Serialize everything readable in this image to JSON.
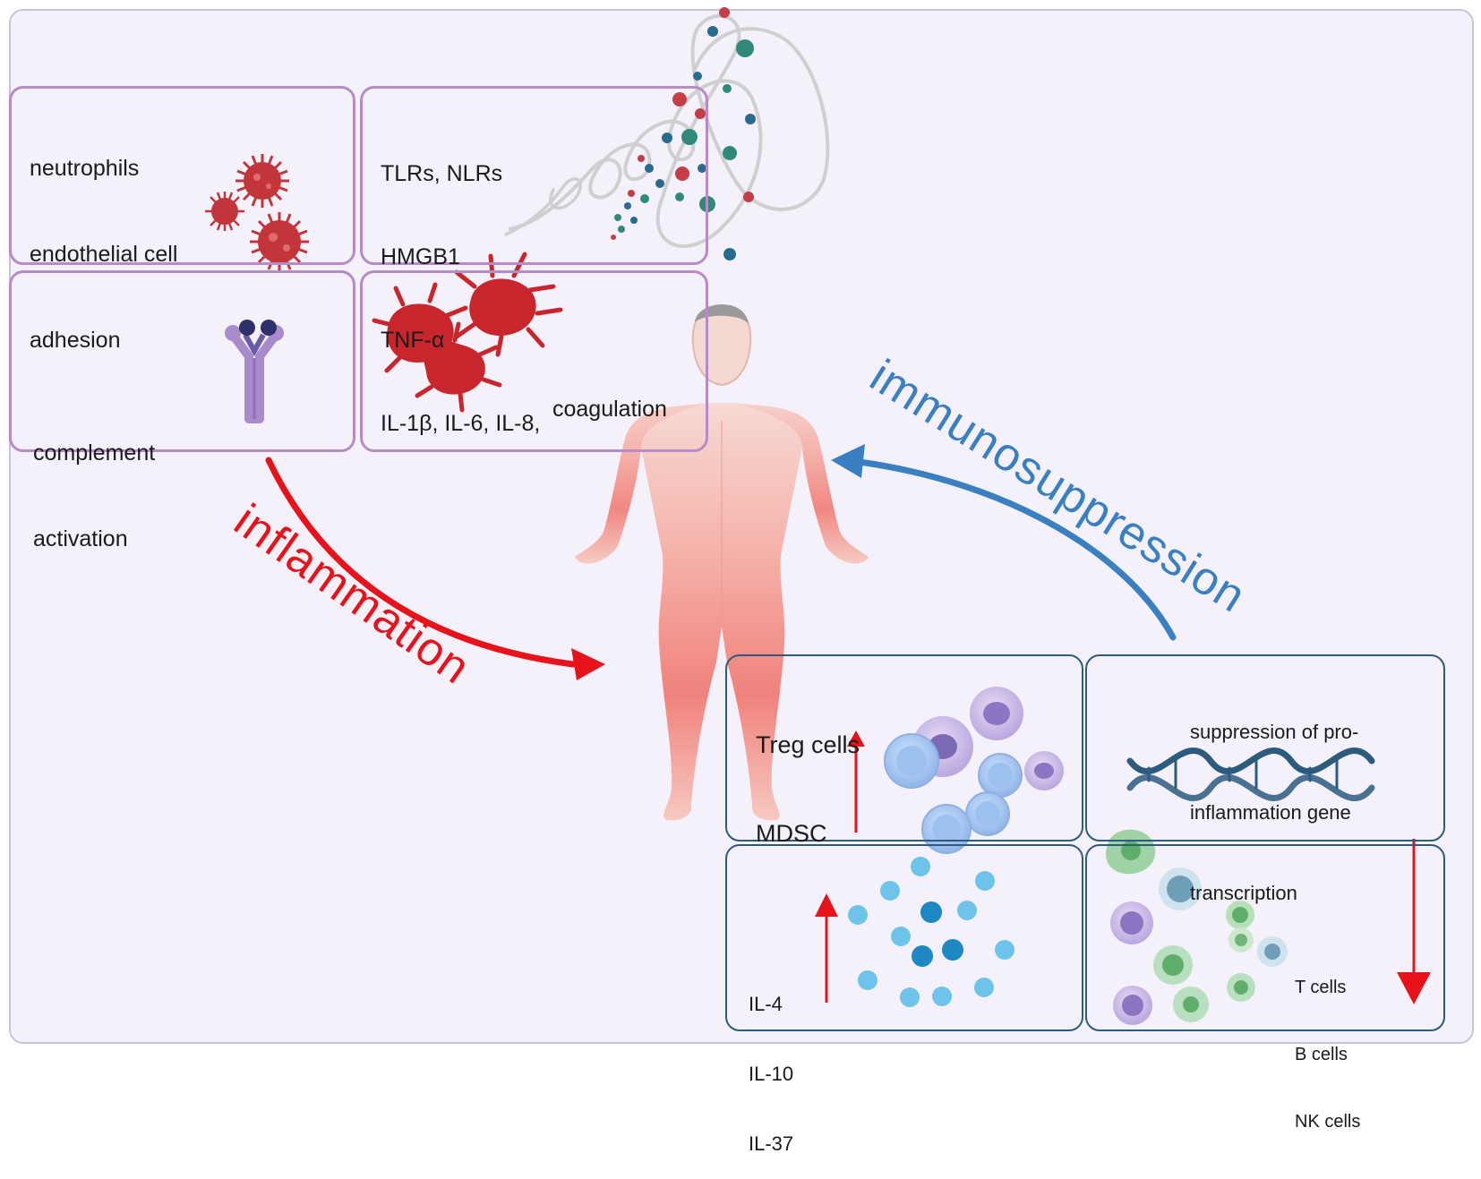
{
  "top_panels": {
    "neutrophils": {
      "lines": [
        "neutrophils",
        "endothelial cell",
        "adhesion"
      ]
    },
    "receptors": {
      "lines": [
        "TLRs, NLRs",
        "HMGB1",
        "TNF-α",
        "IL-1β, IL-6, IL-8,"
      ]
    },
    "complement": {
      "lines": [
        "complement",
        "activation"
      ]
    },
    "coagulation": {
      "label": "coagulation"
    }
  },
  "bottom_panels": {
    "treg": {
      "lines": [
        "Treg cells",
        "MDSC"
      ]
    },
    "suppression": {
      "lines": [
        "suppression of pro-",
        "inflammation gene",
        "transcription"
      ]
    },
    "cytokines": {
      "lines": [
        "IL-4",
        "IL-10",
        "IL-37"
      ]
    },
    "lymphocytes": {
      "lines": [
        "T cells",
        "B cells",
        "NK cells"
      ]
    }
  },
  "arrows": {
    "inflammation": "inflammation",
    "immunosuppression": "immunosuppression"
  },
  "colors": {
    "inflammation": "#e8121b",
    "immunosuppression": "#3a7fc1",
    "panel_purple": "#b58cc6",
    "panel_blue": "#2c5b7e",
    "background": "#f4f1fb"
  },
  "icons": [
    "virus-icon",
    "antibody-icon",
    "platelet-icon",
    "cytokine-storm-icon",
    "human-body-icon",
    "dna-icon",
    "immune-cell-icon",
    "cytokine-dot-icon"
  ]
}
